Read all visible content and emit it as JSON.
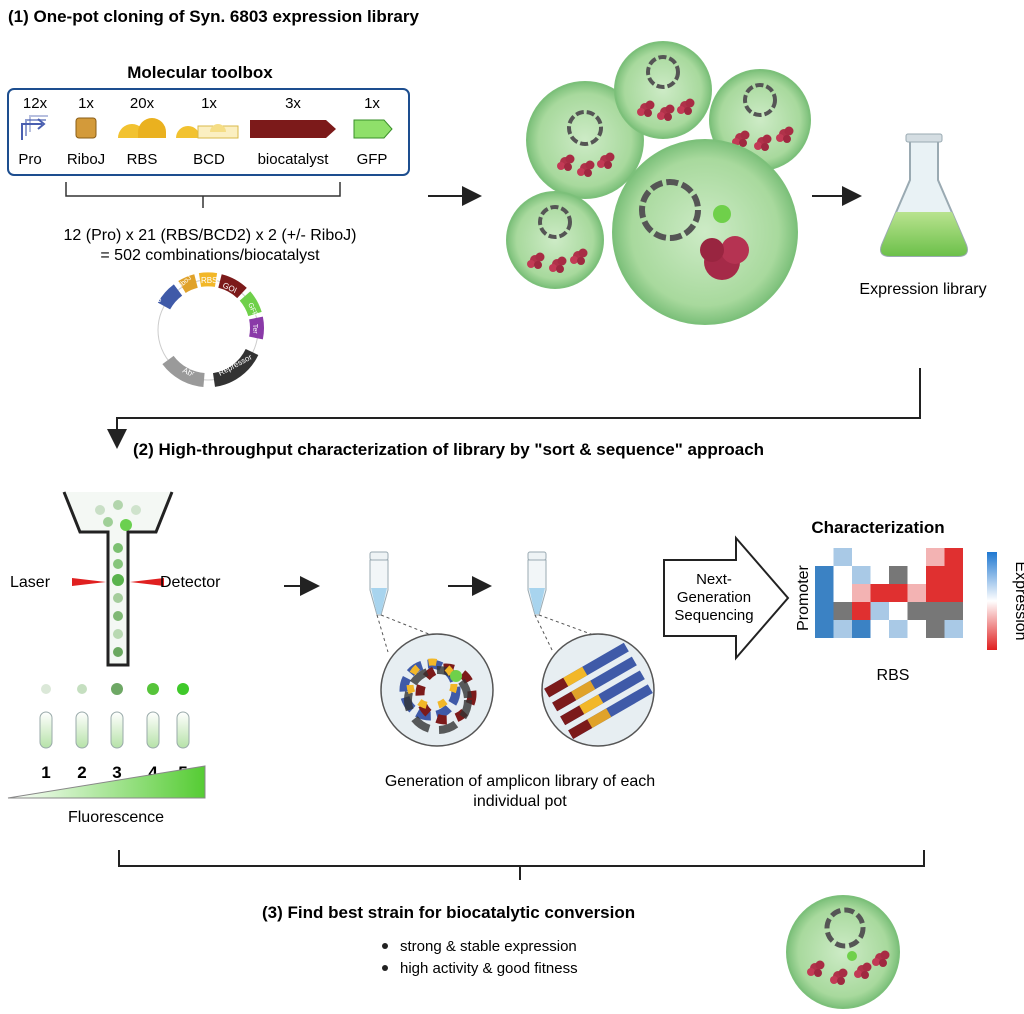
{
  "section1": {
    "title": "(1)  One-pot cloning of Syn. 6803 expression library",
    "toolbox_title": "Molecular toolbox",
    "parts": [
      {
        "count": "12x",
        "label": "Pro"
      },
      {
        "count": "1x",
        "label": "RiboJ"
      },
      {
        "count": "20x",
        "label": "RBS"
      },
      {
        "count": "1x",
        "label": "BCD"
      },
      {
        "count": "3x",
        "label": "biocatalyst"
      },
      {
        "count": "1x",
        "label": "GFP"
      }
    ],
    "formula_line1": "12 (Pro) x 21 (RBS/BCD2) x 2 (+/- RiboJ)",
    "formula_line2": "= 502 combinations/biocatalyst",
    "plasmid_parts": [
      "Pro",
      "RiboJ",
      "RBS",
      "GOI",
      "GFP",
      "Ter",
      "Repressor",
      "Abʳ"
    ],
    "expression_library_label": "Expression library"
  },
  "section2": {
    "title": "(2)  High-throughput characterization of library by \"sort & sequence\" approach",
    "laser_label": "Laser",
    "detector_label": "Detector",
    "tube_numbers": [
      "1",
      "2",
      "3",
      "4",
      "5"
    ],
    "fluorescence_label": "Fluorescence",
    "ngs_label_line1": "Next-",
    "ngs_label_line2": "Generation",
    "ngs_label_line3": "Sequencing",
    "amplicon_label_line1": "Generation of amplicon library of each",
    "amplicon_label_line2": "individual pot",
    "characterization_title": "Characterization",
    "heatmap_ylabel": "Promoter",
    "heatmap_xlabel": "RBS",
    "colorbar_label": "Expression",
    "colors": {
      "heat_blue": "#3b82c4",
      "heat_red": "#e03030",
      "heat_gray": "#777777",
      "cell_green": "#a9d9a0",
      "gfp_green": "#7ed957"
    }
  },
  "section3": {
    "title": "(3)  Find best strain for biocatalytic conversion",
    "bullets": [
      "strong & stable expression",
      "high activity & good fitness"
    ]
  }
}
